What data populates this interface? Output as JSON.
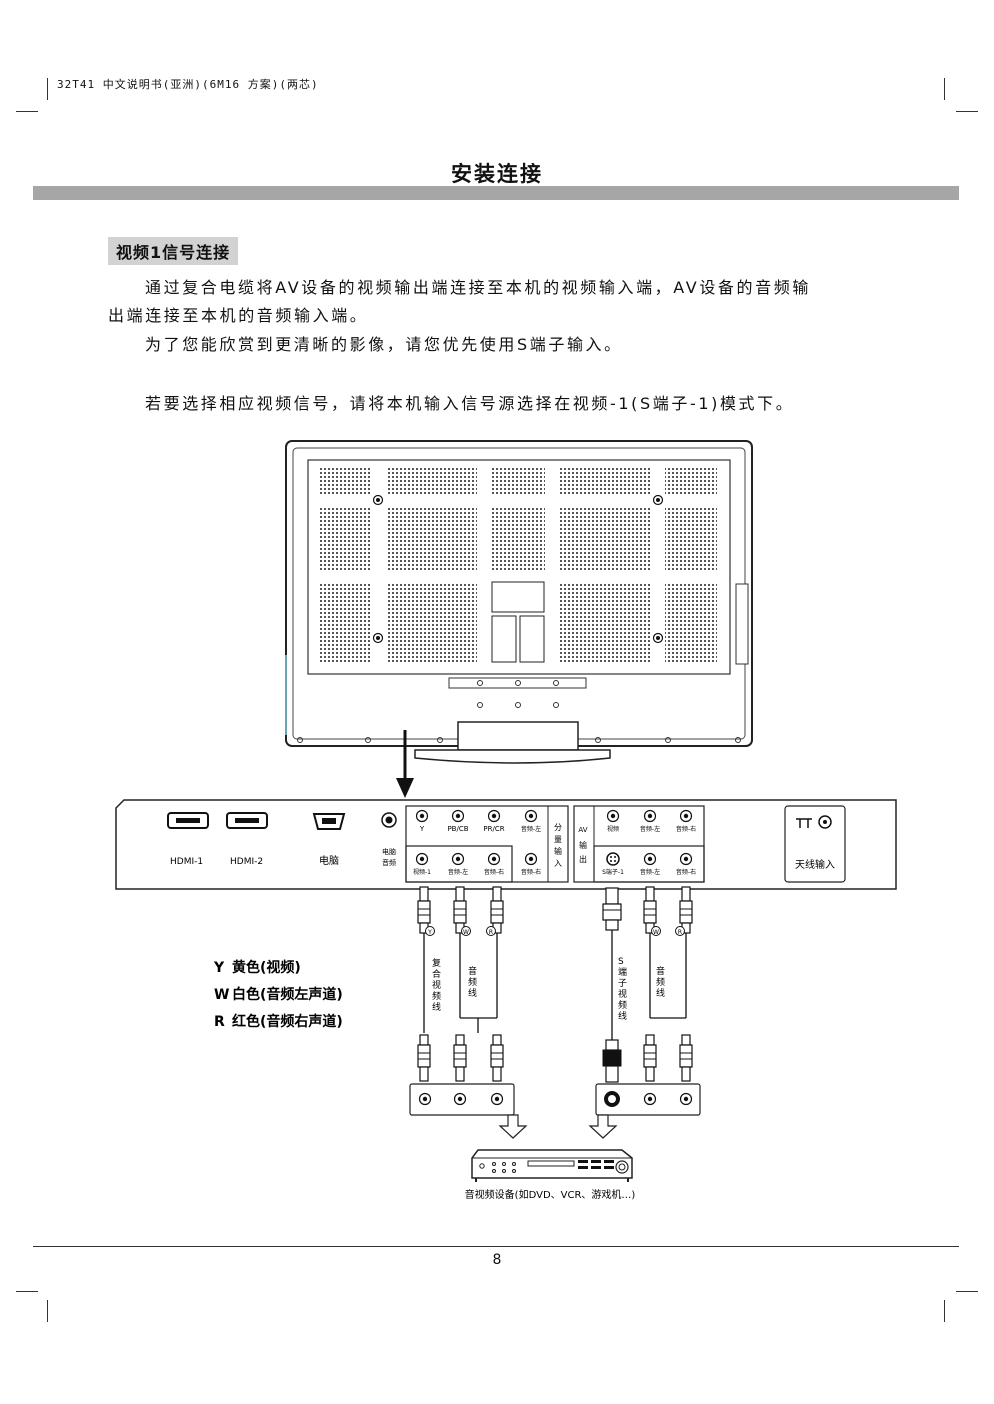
{
  "header": "32T41 中文说明书(亚洲)(6M16 方案)(两芯)",
  "title": "安装连接",
  "section_title": "视频1信号连接",
  "paragraphs": [
    "通过复合电缆将AV设备的视频输出端连接至本机的视频输入端，AV设备的音频输",
    "出端连接至本机的音频输入端。",
    "为了您能欣赏到更清晰的影像，请您优先使用S端子输入。",
    "若要选择相应视频信号，请将本机输入信号源选择在视频-1(S端子-1)模式下。"
  ],
  "panel": {
    "hdmi1": "HDMI-1",
    "hdmi2": "HDMI-2",
    "pc": "电脑",
    "pc_audio": [
      "电脑",
      "音频"
    ],
    "component_labels": [
      "Y",
      "PB/CB",
      "PR/CR",
      "音频-左"
    ],
    "video1_labels": [
      "视频-1",
      "音频-左",
      "音频-右"
    ],
    "component_lower_right": "音频-右",
    "component_vertical": [
      "分",
      "量",
      "输",
      "入"
    ],
    "av_out_vertical": [
      "AV",
      "输",
      "出"
    ],
    "av_out_labels": [
      "视频",
      "音频-左",
      "音频-右"
    ],
    "svideo_labels": [
      "S端子-1",
      "音频-左",
      "音频-右"
    ],
    "antenna": "天线输入"
  },
  "cables": {
    "composite": [
      "复",
      "合",
      "视",
      "频",
      "线"
    ],
    "audio_left": [
      "音",
      "频",
      "线"
    ],
    "svideo": [
      "S",
      "端",
      "子",
      "视",
      "频",
      "线"
    ],
    "audio_right": [
      "音",
      "频",
      "线"
    ]
  },
  "legend": [
    {
      "key": "Y",
      "text": "黄色(视频)"
    },
    {
      "key": "W",
      "text": "白色(音频左声道)"
    },
    {
      "key": "R",
      "text": "红色(音频右声道)"
    }
  ],
  "plug_marks": {
    "y": "Y",
    "w": "W",
    "r": "R"
  },
  "device_caption": "音视频设备(如DVD、VCR、游戏机…)",
  "page_number": "8"
}
